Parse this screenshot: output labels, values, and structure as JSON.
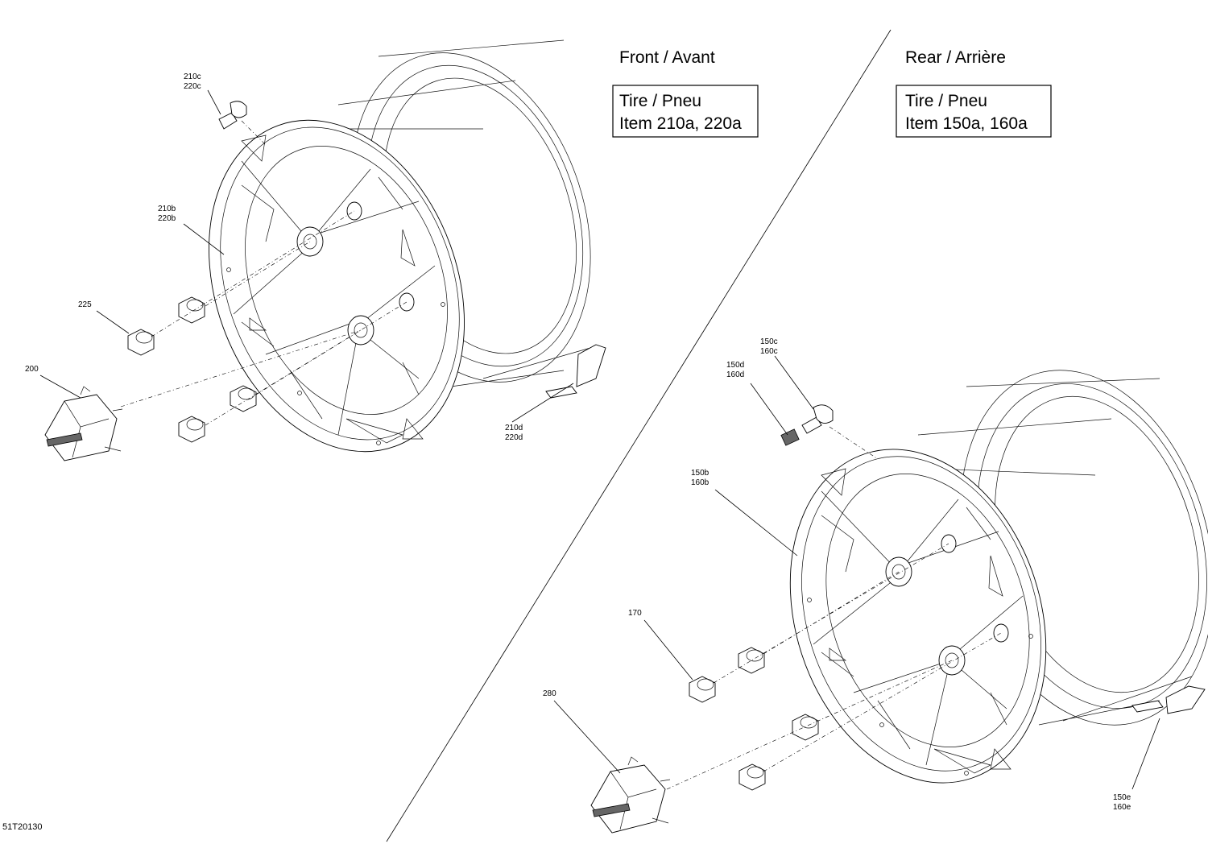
{
  "sections": {
    "front_title": "Front / Avant",
    "rear_title": "Rear / Arrière"
  },
  "front_box": {
    "line1": "Tire / Pneu",
    "line2": "Item 210a, 220a"
  },
  "rear_box": {
    "line1": "Tire / Pneu",
    "line2": "Item 150a, 160a"
  },
  "callouts": {
    "c210c": "210c",
    "c220c": "220c",
    "c210b": "210b",
    "c220b": "220b",
    "c225": "225",
    "c200": "200",
    "c210d": "210d",
    "c220d": "220d",
    "c150c": "150c",
    "c160c": "160c",
    "c150d": "150d",
    "c160d": "160d",
    "c150b": "150b",
    "c160b": "160b",
    "c170": "170",
    "c280": "280",
    "c150e": "150e",
    "c160e": "160e"
  },
  "drawing_number": "51T20130"
}
